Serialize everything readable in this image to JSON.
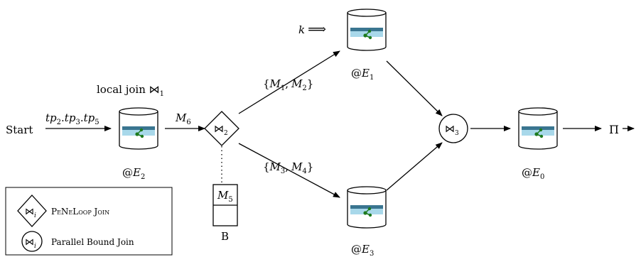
{
  "start_label": "Start",
  "input_triple": "tp",
  "input_subs": [
    "2",
    "3",
    "5"
  ],
  "local_join_label": "local join ⋈",
  "local_join_sub": "1",
  "edge_m6": "M",
  "edge_m6_sub": "6",
  "join2_symbol": "⋈",
  "join2_sub": "2",
  "join3_symbol": "⋈",
  "join3_sub": "3",
  "set_top": {
    "open": "{",
    "m_a": "M",
    "sub_a": "1",
    "comma": ",",
    "m_b": "M",
    "sub_b": "2",
    "close": "}"
  },
  "set_bottom": {
    "open": "{",
    "m_a": "M",
    "sub_a": "3",
    "comma": ",",
    "m_b": "M",
    "sub_b": "4",
    "close": "}"
  },
  "k_label": "k",
  "k_arrow": "⟹",
  "endpoints": {
    "e2": {
      "at": "@",
      "letter": "E",
      "sub": "2"
    },
    "e1": {
      "at": "@",
      "letter": "E",
      "sub": "1"
    },
    "e3": {
      "at": "@",
      "letter": "E",
      "sub": "3"
    },
    "e0": {
      "at": "@",
      "letter": "E",
      "sub": "0"
    }
  },
  "buffer": {
    "m": "M",
    "sub": "5",
    "label": "B"
  },
  "output_label": "Π",
  "legend": {
    "diamond_symbol": "⋈",
    "diamond_sub": "i",
    "diamond_text": "PeNeLoop Join",
    "circle_symbol": "⋈",
    "circle_sub": "i",
    "circle_text": "Parallel Bound Join"
  },
  "colors": {
    "db_band_dark": "#3a7590",
    "db_band_light": "#a8d8ea",
    "graph_node": "#1e7a1e",
    "stroke": "#000000"
  }
}
